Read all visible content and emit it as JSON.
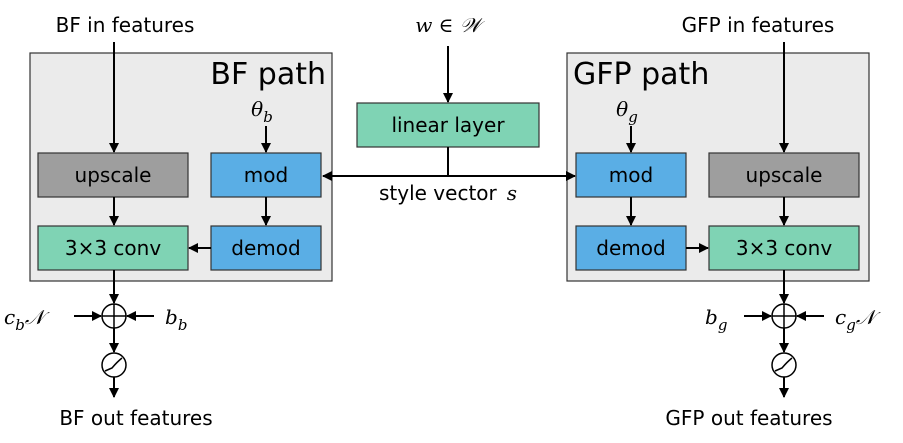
{
  "inputs": {
    "bf_in": "BF in features",
    "gfp_in": "GFP in features",
    "w": "w ∈ 𝒲"
  },
  "paths": {
    "bf_title": "BF path",
    "gfp_title": "GFP path"
  },
  "params": {
    "theta_b": "θ",
    "theta_b_sub": "b",
    "theta_g": "θ",
    "theta_g_sub": "g"
  },
  "blocks": {
    "upscale": "upscale",
    "mod": "mod",
    "demod": "demod",
    "conv": "3×3 conv",
    "linear": "linear layer"
  },
  "style_vector": {
    "label": "style vector",
    "symbol": "s"
  },
  "noise_bias": {
    "cb": "c",
    "cb_sub": "b",
    "cb_N": "𝒩",
    "bb": "b",
    "bb_sub": "b",
    "bg": "b",
    "bg_sub": "g",
    "cg": "c",
    "cg_sub": "g",
    "cg_N": "𝒩"
  },
  "outputs": {
    "bf_out": "BF out features",
    "gfp_out": "GFP out features"
  },
  "colors": {
    "gray_box": "#9e9e9e",
    "blue_box": "#5aaee5",
    "green_box": "#7fd3b4",
    "panel": "#ebebeb"
  }
}
